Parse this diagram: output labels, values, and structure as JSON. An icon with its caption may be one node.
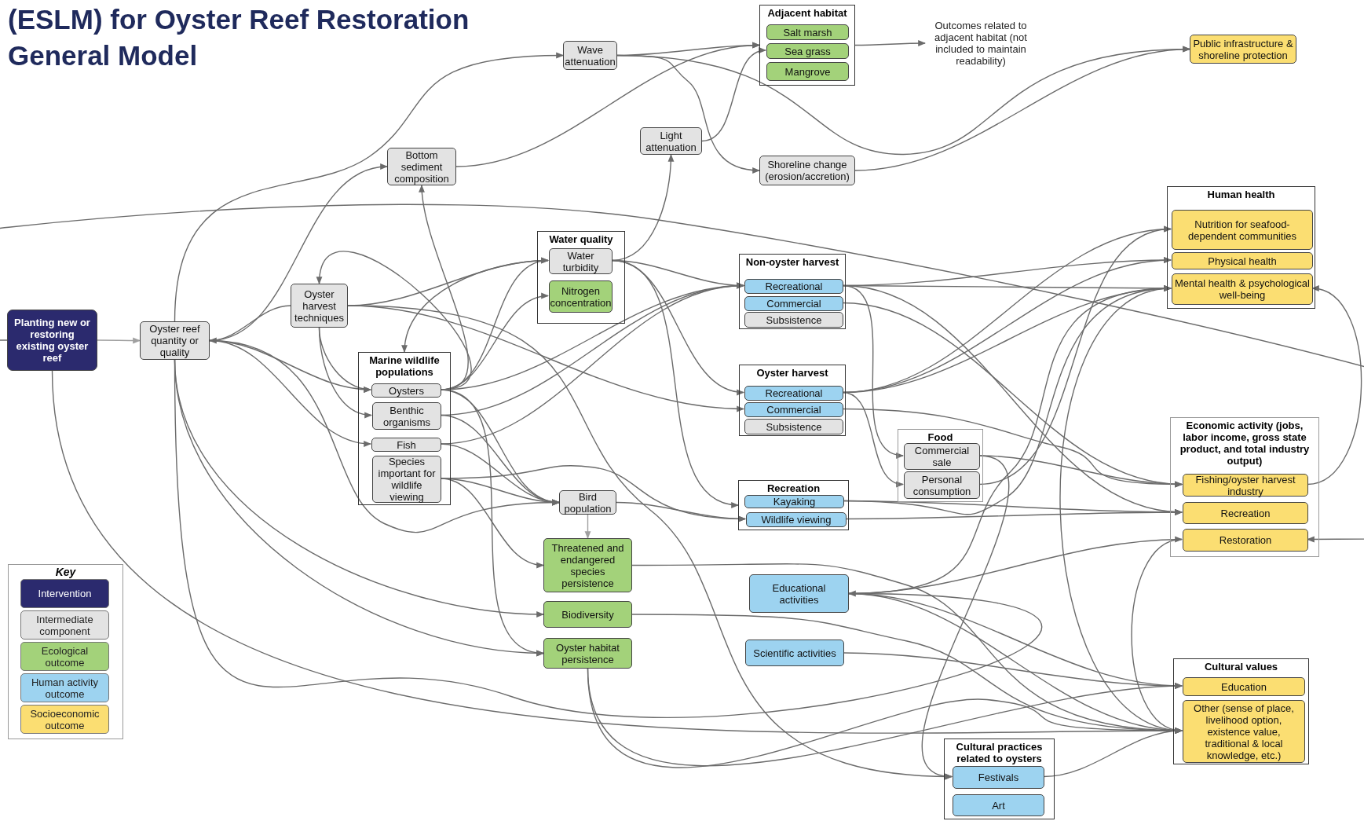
{
  "diagram": {
    "title": "(ESLM) for Oyster Reef Restoration General Model",
    "nodes": [
      {
        "text": [
          "Planting new or restoring existing oyster reef"
        ]
      },
      {
        "text": [
          "Oyster reef quantity or quality"
        ]
      },
      {
        "text": [
          "Oyster harvest techniques"
        ]
      },
      {
        "text": [
          "Bottom sediment composition"
        ]
      },
      {
        "text": [
          "Wave attenuation"
        ]
      },
      {
        "text": [
          "Light attenuation"
        ]
      },
      {
        "text": [
          "Adjacent habitat"
        ]
      },
      {
        "text": [
          "Salt marsh"
        ],
        "in": 6
      },
      {
        "text": [
          "Sea grass"
        ],
        "in": 6
      },
      {
        "text": [
          "Mangrove"
        ],
        "in": 6
      },
      {
        "text": [
          "Outcomes related to adjacent habitat (not included to maintain readability)"
        ]
      },
      {
        "text": [
          "Public infrastructure & shoreline protection"
        ]
      },
      {
        "text": [
          "Shoreline change (erosion/accretion)"
        ]
      },
      {
        "text": [
          "Water quality"
        ]
      },
      {
        "text": [
          "Water turbidity"
        ],
        "in": 13
      },
      {
        "text": [
          "Nitrogen concentration"
        ],
        "in": 13
      },
      {
        "text": [
          "Marine wildlife populations"
        ]
      },
      {
        "text": [
          "Oysters"
        ],
        "in": 16
      },
      {
        "text": [
          "Benthic organisms"
        ],
        "in": 16
      },
      {
        "text": [
          "Fish"
        ],
        "in": 16
      },
      {
        "text": [
          "Species important for wildlife viewing"
        ],
        "in": 16
      },
      {
        "text": [
          "Bird population"
        ]
      },
      {
        "text": [
          "Threatened and endangered species persistence"
        ]
      },
      {
        "text": [
          "Biodiversity"
        ]
      },
      {
        "text": [
          "Oyster habitat persistence"
        ]
      },
      {
        "text": [
          "Non-oyster harvest"
        ]
      },
      {
        "text": [
          "Recreational"
        ],
        "in": 25
      },
      {
        "text": [
          "Commercial"
        ],
        "in": 25
      },
      {
        "text": [
          "Subsistence"
        ],
        "in": 25
      },
      {
        "text": [
          "Oyster harvest"
        ]
      },
      {
        "text": [
          "Recreational"
        ],
        "in": 29
      },
      {
        "text": [
          "Commercial"
        ],
        "in": 29
      },
      {
        "text": [
          "Subsistence"
        ],
        "in": 29
      },
      {
        "text": [
          "Recreation"
        ]
      },
      {
        "text": [
          "Kayaking"
        ],
        "in": 33
      },
      {
        "text": [
          "Wildlife viewing"
        ],
        "in": 33
      },
      {
        "text": [
          "Food"
        ]
      },
      {
        "text": [
          "Commercial sale"
        ],
        "in": 36
      },
      {
        "text": [
          "Personal consumption"
        ],
        "in": 36
      },
      {
        "text": [
          "Educational activities"
        ]
      },
      {
        "text": [
          "Scientific activities"
        ]
      },
      {
        "text": [
          "Human health"
        ]
      },
      {
        "text": [
          "Nutrition for seafood-dependent communities"
        ],
        "in": 41
      },
      {
        "text": [
          "Physical health"
        ],
        "in": 41
      },
      {
        "text": [
          "Mental health & psychological well-being"
        ],
        "in": 41
      },
      {
        "text": [
          "Economic activity (jobs, labor income, gross state product, and total industry output)"
        ]
      },
      {
        "text": [
          "Fishing/oyster harvest industry"
        ],
        "in": 45
      },
      {
        "text": [
          "Recreation"
        ],
        "in": 45
      },
      {
        "text": [
          "Restoration"
        ],
        "in": 45
      },
      {
        "text": [
          "Cultural values"
        ]
      },
      {
        "text": [
          "Education"
        ],
        "in": 49
      },
      {
        "text": [
          "Other (sense of place, livelihood option, existence value, traditional & local knowledge, etc.)"
        ],
        "in": 49
      },
      {
        "text": [
          "Cultural practices related to oysters"
        ]
      },
      {
        "text": [
          "Festivals"
        ],
        "in": 52
      },
      {
        "text": [
          "Art"
        ],
        "in": 52
      }
    ],
    "edges": [
      {
        "from": 0,
        "to": 1,
        "arrow": "to",
        "color": "#a0a0a0"
      },
      {
        "from": 0,
        "to": 48,
        "arrow": "to"
      },
      {
        "from": 0,
        "to": 51,
        "arrow": "to"
      },
      {
        "from": 1,
        "to": 4,
        "arrow": "to"
      },
      {
        "from": 1,
        "to": 3,
        "arrow": "to"
      },
      {
        "from": 2,
        "to": 1,
        "arrow": "to"
      },
      {
        "from": 1,
        "to": 17,
        "arrow": "to"
      },
      {
        "from": 1,
        "to": 19,
        "arrow": "to"
      },
      {
        "from": 1,
        "to": 21,
        "arrow": "to"
      },
      {
        "from": 1,
        "to": 23,
        "arrow": "to"
      },
      {
        "from": 1,
        "to": 24,
        "arrow": "to"
      },
      {
        "from": 1,
        "to": 39,
        "arrow": "to"
      },
      {
        "from": 2,
        "to": 17,
        "arrow": "to"
      },
      {
        "from": 2,
        "to": 18,
        "arrow": "to"
      },
      {
        "from": 2,
        "to": 31,
        "arrow": "to"
      },
      {
        "from": 2,
        "to": 14,
        "arrow": "to"
      },
      {
        "from": 2,
        "to": 53,
        "arrow": "to"
      },
      {
        "from": 17,
        "to": 2,
        "arrow": "to"
      },
      {
        "from": 17,
        "to": 3,
        "arrow": "to"
      },
      {
        "from": 17,
        "to": 14,
        "arrow": "to"
      },
      {
        "from": 17,
        "to": 15,
        "arrow": "to"
      },
      {
        "from": 17,
        "to": 21,
        "arrow": "to"
      },
      {
        "from": 17,
        "to": 24,
        "arrow": "to"
      },
      {
        "from": 17,
        "to": 26,
        "arrow": "to"
      },
      {
        "from": 18,
        "to": 26,
        "arrow": "to"
      },
      {
        "from": 19,
        "to": 26,
        "arrow": "to"
      },
      {
        "from": 18,
        "to": 21,
        "arrow": "to"
      },
      {
        "from": 19,
        "to": 21,
        "arrow": "to"
      },
      {
        "from": 20,
        "to": 21,
        "arrow": "to"
      },
      {
        "from": 20,
        "to": 35,
        "arrow": "to"
      },
      {
        "from": 20,
        "to": 22,
        "arrow": "to"
      },
      {
        "from": 21,
        "to": 22,
        "arrow": "to",
        "color": "#a0a0a0"
      },
      {
        "from": 21,
        "to": 35,
        "arrow": "to"
      },
      {
        "from": 14,
        "to": 5,
        "arrow": "to"
      },
      {
        "from": 14,
        "to": 26,
        "arrow": "to"
      },
      {
        "from": 14,
        "to": 16,
        "arrow": "to"
      },
      {
        "from": 14,
        "to": 30,
        "arrow": "to"
      },
      {
        "from": 14,
        "to": 33,
        "arrow": "to"
      },
      {
        "from": 4,
        "to": 6,
        "arrow": "to"
      },
      {
        "from": 4,
        "to": 11,
        "arrow": "to"
      },
      {
        "from": 4,
        "to": 12,
        "arrow": "to"
      },
      {
        "from": 5,
        "to": 8,
        "arrow": "to"
      },
      {
        "from": 3,
        "to": 6,
        "arrow": "to"
      },
      {
        "from": 6,
        "to": 10,
        "arrow": "to"
      },
      {
        "from": 12,
        "to": 11,
        "arrow": "to"
      },
      {
        "from": 22,
        "to": 51,
        "arrow": "to"
      },
      {
        "from": 23,
        "to": 51,
        "arrow": "to"
      },
      {
        "from": 24,
        "to": 50,
        "arrow": "to"
      },
      {
        "from": 24,
        "to": 51,
        "arrow": "to"
      },
      {
        "from": 26,
        "to": 43,
        "arrow": "to"
      },
      {
        "from": 26,
        "to": 44,
        "arrow": "to"
      },
      {
        "from": 26,
        "to": 37,
        "arrow": "to"
      },
      {
        "from": 26,
        "to": 47,
        "arrow": "to"
      },
      {
        "from": 27,
        "to": 46,
        "arrow": "to"
      },
      {
        "from": 30,
        "to": 42,
        "arrow": "to"
      },
      {
        "from": 30,
        "to": 43,
        "arrow": "to"
      },
      {
        "from": 30,
        "to": 44,
        "arrow": "to"
      },
      {
        "from": 30,
        "to": 38,
        "arrow": "to"
      },
      {
        "from": 31,
        "to": 46,
        "arrow": "to"
      },
      {
        "from": 34,
        "to": 47,
        "arrow": "to"
      },
      {
        "from": 35,
        "to": 47,
        "arrow": "to"
      },
      {
        "from": 34,
        "to": 44,
        "arrow": "to"
      },
      {
        "from": 37,
        "to": 46,
        "arrow": "to"
      },
      {
        "from": 38,
        "to": 42,
        "arrow": "to"
      },
      {
        "from": 39,
        "to": 44,
        "arrow": "to"
      },
      {
        "from": 39,
        "to": 48,
        "arrow": "to"
      },
      {
        "from": 39,
        "to": 50,
        "arrow": "to"
      },
      {
        "from": 39,
        "to": 51,
        "arrow": "to"
      },
      {
        "from": 40,
        "to": 50,
        "arrow": "to"
      },
      {
        "from": 48,
        "to": 51,
        "arrow": "to"
      },
      {
        "from": 46,
        "to": 44,
        "arrow": "to"
      },
      {
        "from": 51,
        "to": 44,
        "arrow": "to"
      },
      {
        "from": 53,
        "to": 51,
        "arrow": "to"
      },
      {
        "from": 37,
        "to": 53,
        "arrow": "to"
      }
    ],
    "labels": [
      "Key"
    ],
    "legend": [
      {
        "text": "Intervention",
        "color": "#2b2a6e"
      },
      {
        "text": "Intermediate component",
        "color": "#e3e3e3"
      },
      {
        "text": "Ecological outcome",
        "color": "#a3d27a"
      },
      {
        "text": "Human activity outcome",
        "color": "#9dd3f0"
      },
      {
        "text": "Socioeconomic outcome",
        "color": "#fbde72"
      }
    ]
  }
}
